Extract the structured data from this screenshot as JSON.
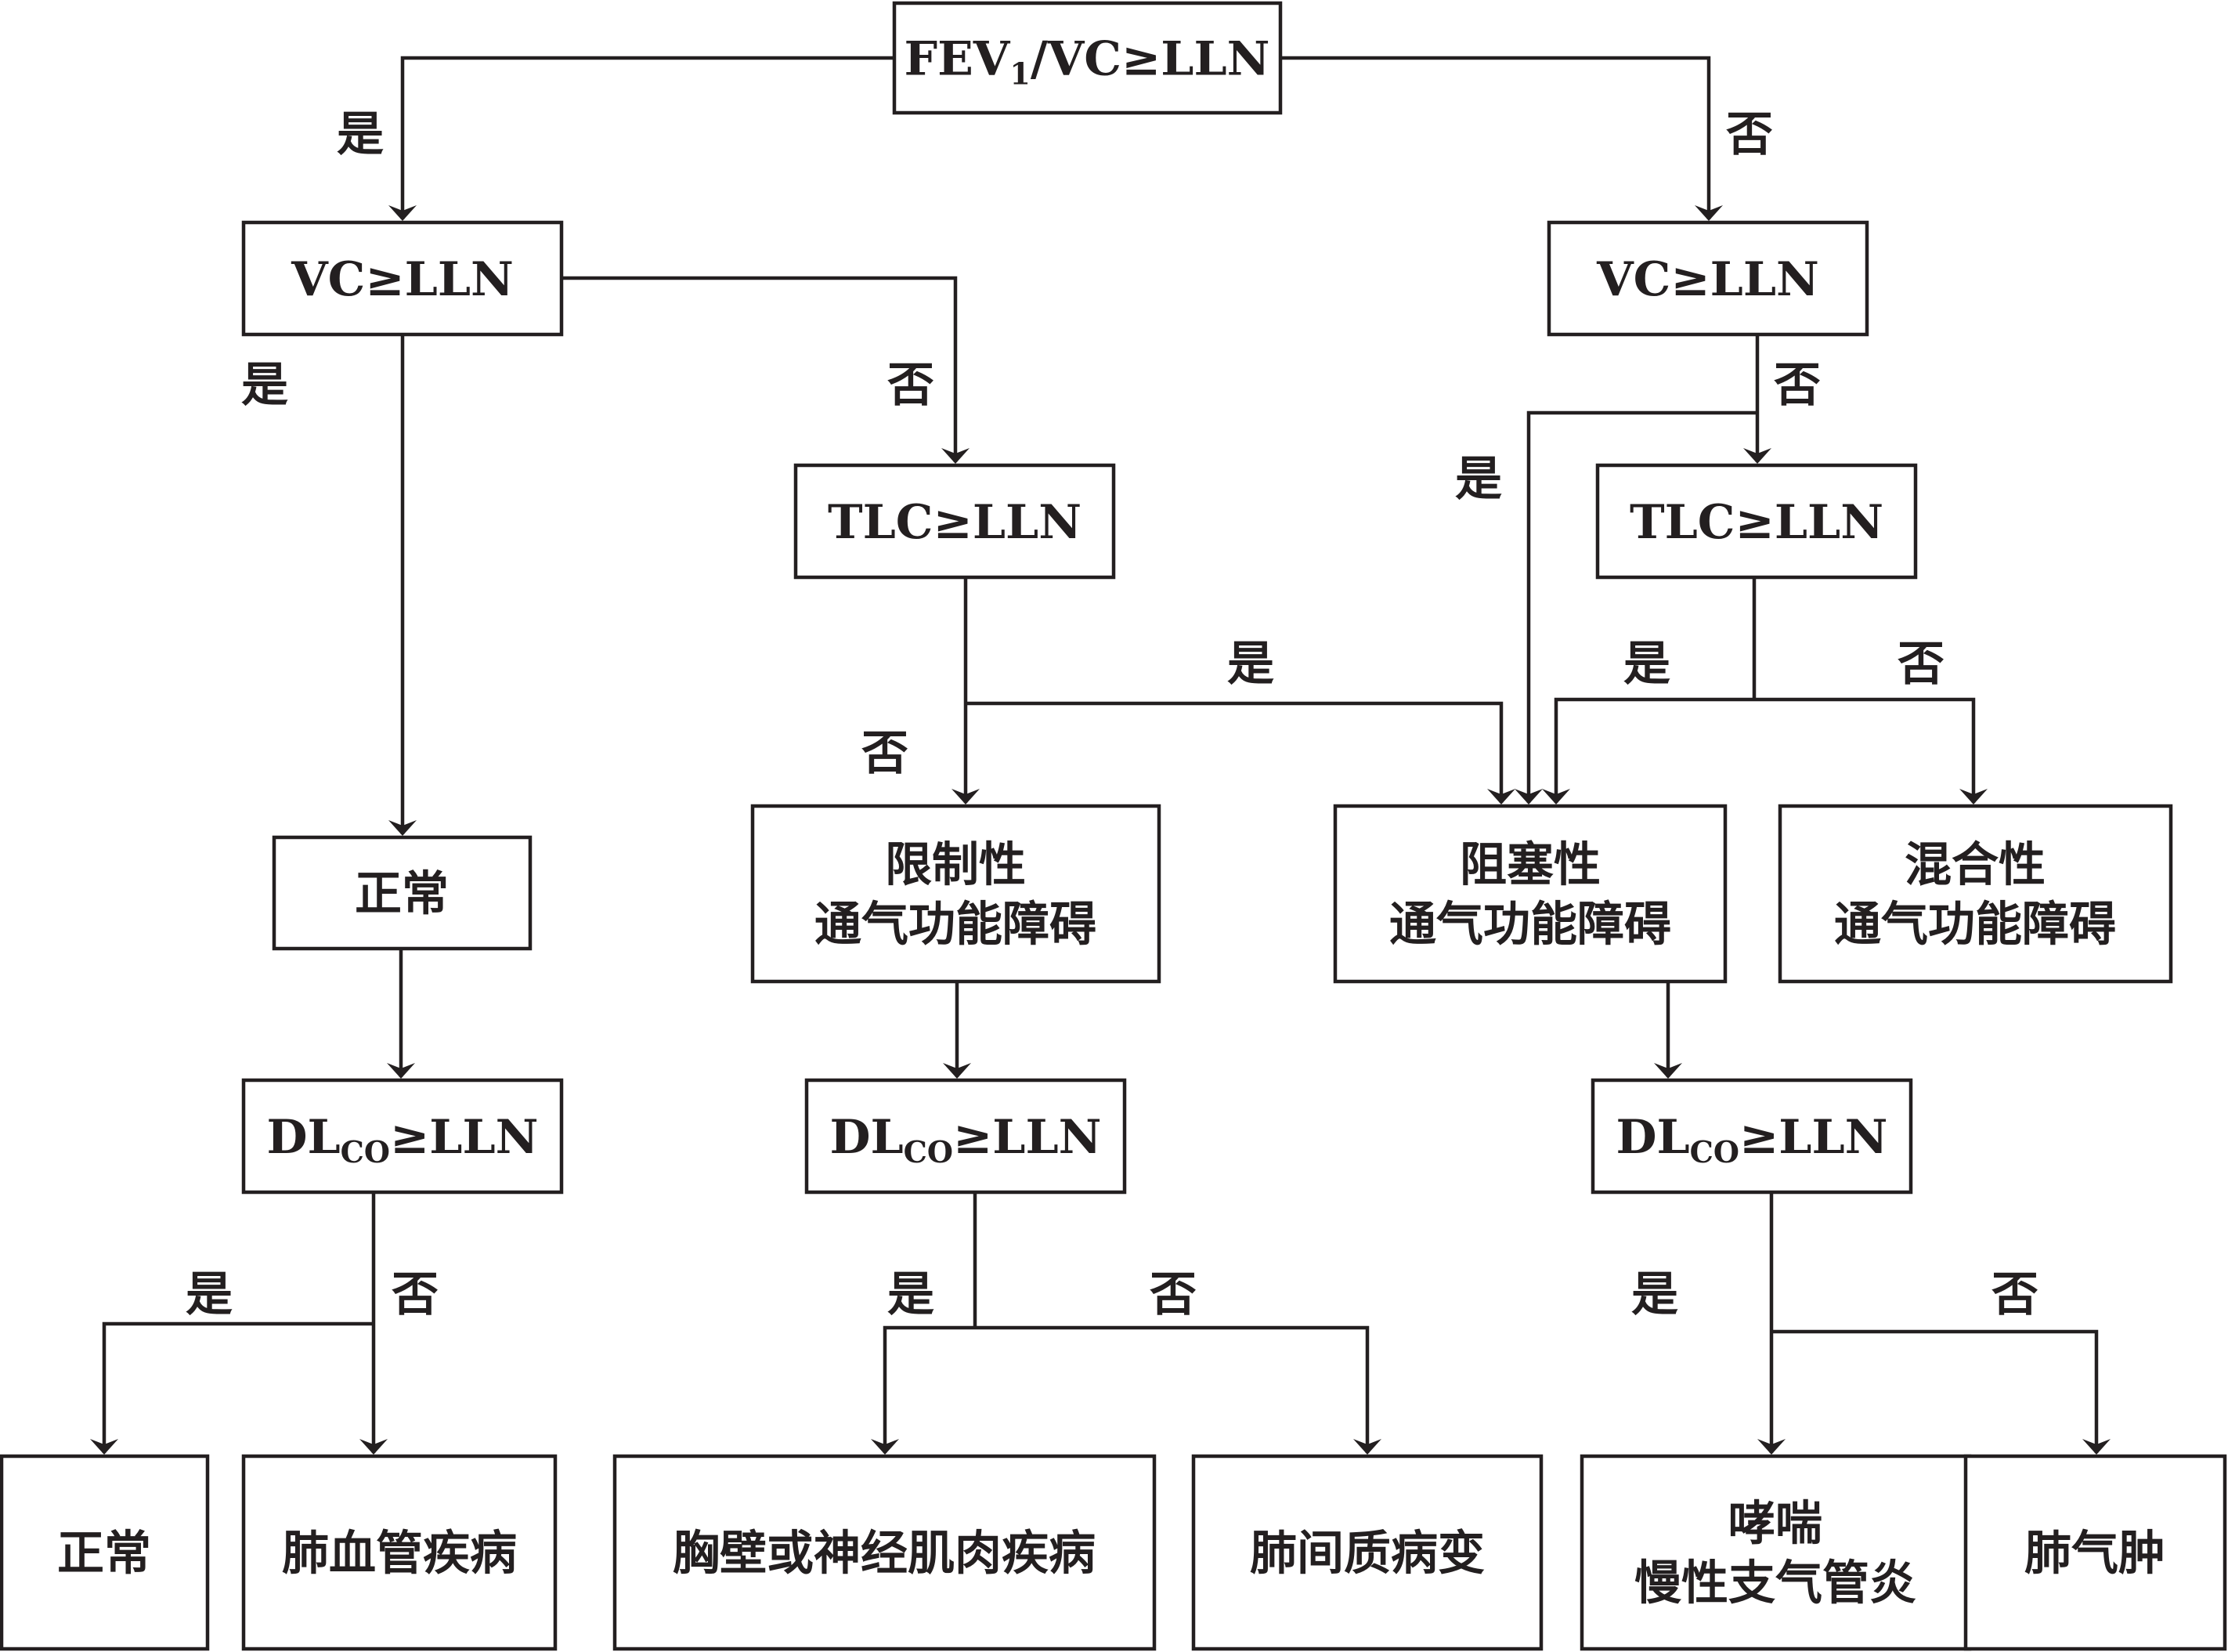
{
  "colors": {
    "line": "#231f20",
    "box_fill": "#ffffff",
    "text": "#231f20"
  },
  "nodes": {
    "root": {
      "lines": [
        {
          "parts": [
            {
              "t": "FEV"
            },
            {
              "t": "1",
              "sub": true
            },
            {
              "t": "/VC≥LLN"
            }
          ]
        }
      ]
    },
    "vc_left": {
      "lines": [
        {
          "parts": [
            {
              "t": "VC≥LLN"
            }
          ]
        }
      ]
    },
    "vc_right": {
      "lines": [
        {
          "parts": [
            {
              "t": "VC≥LLN"
            }
          ]
        }
      ]
    },
    "tlc_mid": {
      "lines": [
        {
          "parts": [
            {
              "t": "TLC≥LLN"
            }
          ]
        }
      ]
    },
    "tlc_right": {
      "lines": [
        {
          "parts": [
            {
              "t": "TLC≥LLN"
            }
          ]
        }
      ]
    },
    "normal_mid": {
      "lines": [
        {
          "parts": [
            {
              "t": "正常"
            }
          ]
        }
      ]
    },
    "restrictive": {
      "lines": [
        {
          "parts": [
            {
              "t": "限制性"
            }
          ]
        },
        {
          "parts": [
            {
              "t": "通气功能障碍"
            }
          ]
        }
      ]
    },
    "obstructive": {
      "lines": [
        {
          "parts": [
            {
              "t": "阻塞性"
            }
          ]
        },
        {
          "parts": [
            {
              "t": "通气功能障碍"
            }
          ]
        }
      ]
    },
    "mixed": {
      "lines": [
        {
          "parts": [
            {
              "t": "混合性"
            }
          ]
        },
        {
          "parts": [
            {
              "t": "通气功能障碍"
            }
          ]
        }
      ]
    },
    "dlco_left": {
      "lines": [
        {
          "parts": [
            {
              "t": "DL"
            },
            {
              "t": "CO",
              "sub": true
            },
            {
              "t": "≥LLN"
            }
          ]
        }
      ]
    },
    "dlco_mid": {
      "lines": [
        {
          "parts": [
            {
              "t": "DL"
            },
            {
              "t": "CO",
              "sub": true
            },
            {
              "t": "≥LLN"
            }
          ]
        }
      ]
    },
    "dlco_right": {
      "lines": [
        {
          "parts": [
            {
              "t": "DL"
            },
            {
              "t": "CO",
              "sub": true
            },
            {
              "t": "≥LLN"
            }
          ]
        }
      ]
    },
    "leaf_normal": {
      "lines": [
        {
          "parts": [
            {
              "t": "正常"
            }
          ]
        }
      ]
    },
    "leaf_vascular": {
      "lines": [
        {
          "parts": [
            {
              "t": "肺血管疾病"
            }
          ]
        }
      ]
    },
    "leaf_chestwall": {
      "lines": [
        {
          "parts": [
            {
              "t": "胸壁或神经肌肉疾病"
            }
          ]
        }
      ]
    },
    "leaf_ild": {
      "lines": [
        {
          "parts": [
            {
              "t": "肺间质病变"
            }
          ]
        }
      ]
    },
    "leaf_asthma": {
      "lines": [
        {
          "parts": [
            {
              "t": "哮喘"
            }
          ]
        },
        {
          "parts": [
            {
              "t": "慢性支气管炎"
            }
          ]
        }
      ]
    },
    "leaf_emphysema": {
      "lines": [
        {
          "parts": [
            {
              "t": "肺气肿"
            }
          ]
        }
      ]
    }
  },
  "edge_labels": {
    "root_yes": "是",
    "root_no": "否",
    "vcl_yes": "是",
    "vcl_no": "否",
    "vcr_yes": "是",
    "vcr_no": "否",
    "tlcm_yes": "是",
    "tlcm_no": "否",
    "tlcr_yes": "是",
    "tlcr_no": "否",
    "dlcol_yes": "是",
    "dlcol_no": "否",
    "dlcom_yes": "是",
    "dlcom_no": "否",
    "dlcor_yes": "是",
    "dlcor_no": "否"
  }
}
